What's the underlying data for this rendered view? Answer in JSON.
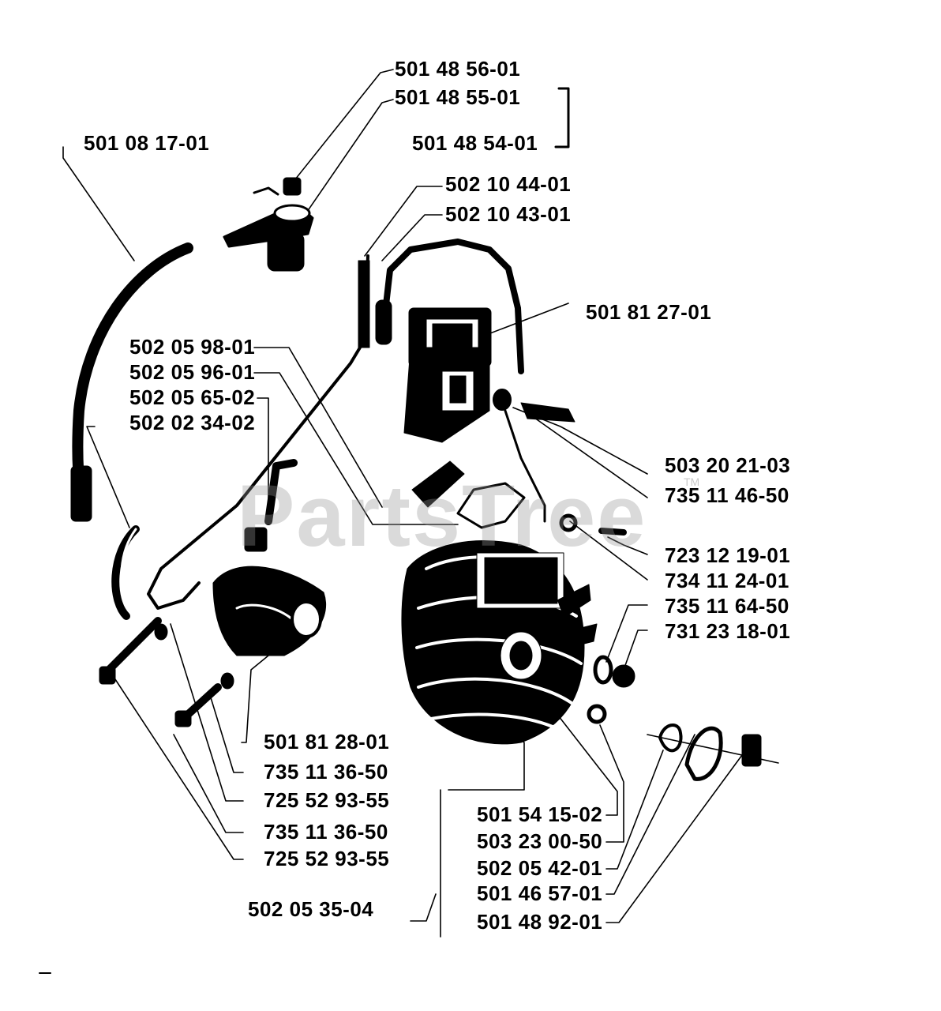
{
  "watermark": {
    "text": "PartsTree",
    "tm": "TM"
  },
  "colors": {
    "ink": "#000000",
    "paper": "#ffffff",
    "watermark": "#969696"
  },
  "labels": {
    "p501485601": "501 48 56-01",
    "p501485501": "501 48 55-01",
    "p501485401": "501 48 54-01",
    "p501081701": "501 08 17-01",
    "p502104401": "502 10 44-01",
    "p502104301": "502 10 43-01",
    "p501812701": "501 81 27-01",
    "p502059801": "502 05 98-01",
    "p502059601": "502 05 96-01",
    "p502056502": "502 05 65-02",
    "p502023402": "502 02 34-02",
    "p503202103": "503 20 21-03",
    "p735114650": "735 11 46-50",
    "p723121901": "723 12 19-01",
    "p734112401": "734 11 24-01",
    "p735116450": "735 11 64-50",
    "p731231801": "731 23 18-01",
    "p501812801": "501 81 28-01",
    "p735113650a": "735 11 36-50",
    "p725529355a": "725 52 93-55",
    "p735113650b": "735 11 36-50",
    "p725529355b": "725 52 93-55",
    "p501541502": "501 54 15-02",
    "p503230050": "503 23 00-50",
    "p502054201": "502 05 42-01",
    "p501465701": "501 46 57-01",
    "p501489201": "501 48 92-01",
    "p502053504": "502 05 35-04"
  }
}
